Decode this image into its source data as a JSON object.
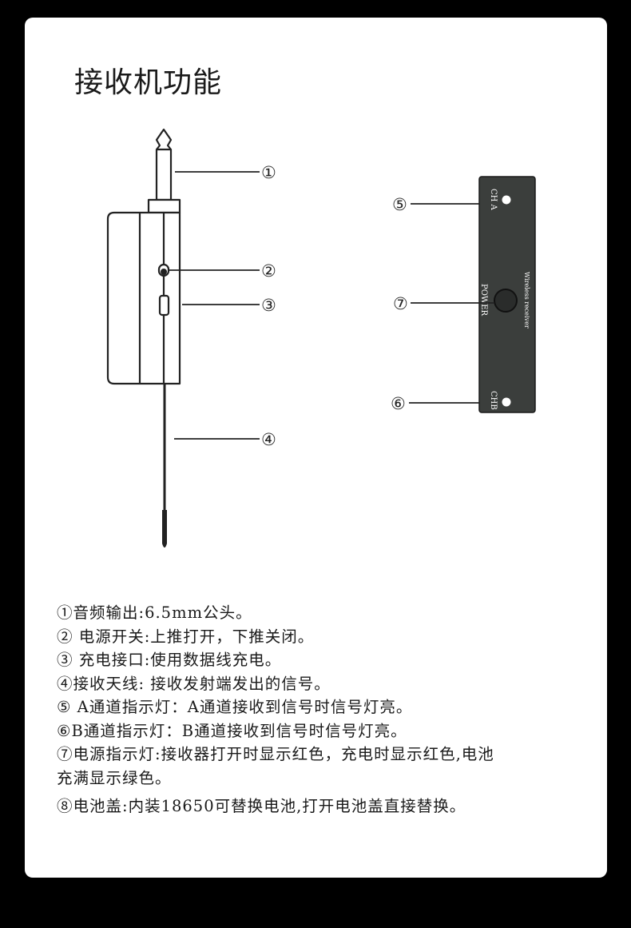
{
  "title": "接收机功能",
  "callouts": {
    "c1": "①",
    "c2": "②",
    "c3": "③",
    "c4": "④",
    "c5": "⑤",
    "c6": "⑥",
    "c7": "⑦"
  },
  "panel": {
    "cha": "CH A",
    "chb": "CHB",
    "power": "POWER",
    "brand": "Wireless receiver"
  },
  "descriptions": [
    "①音频输出:6.5mm公头。",
    "② 电源开关:上推打开，下推关闭。",
    "③ 充电接口:使用数据线充电。",
    "④接收天线: 接收发射端发出的信号。",
    "⑤ A通道指示灯：A通道接收到信号时信号灯亮。",
    "⑥B通道指示灯：B通道接收到信号时信号灯亮。",
    "⑦电源指示灯:接收器打开时显示红色，充电时显示红色,电池",
    "充满显示绿色。",
    "⑧电池盖:内装18650可替换电池,打开电池盖直接替换。"
  ]
}
